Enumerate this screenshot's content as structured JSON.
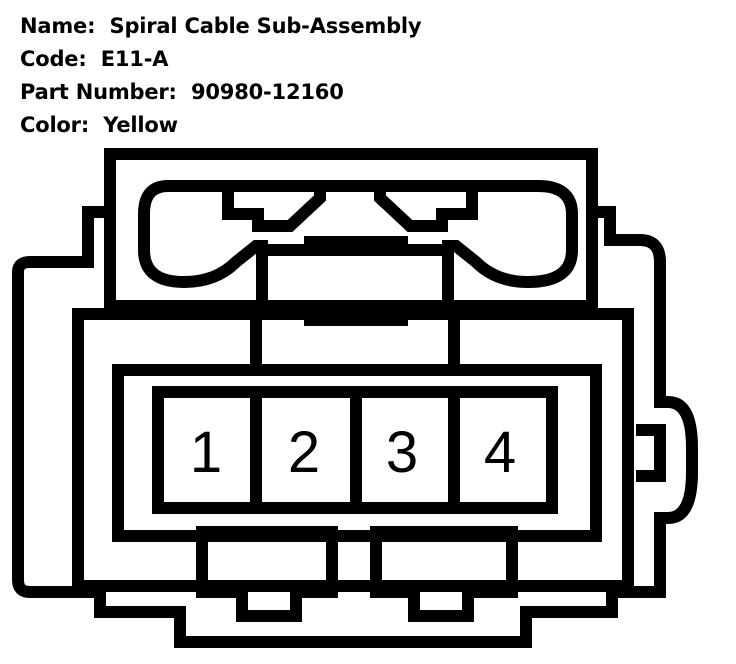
{
  "info": {
    "name_label": "Name:",
    "name_value": "Spiral Cable Sub-Assembly",
    "code_label": "Code:",
    "code_value": "E11-A",
    "part_label": "Part Number:",
    "part_value": "90980-12160",
    "color_label": "Color:",
    "color_value": "Yellow"
  },
  "connector": {
    "pins": [
      "1",
      "2",
      "3",
      "4"
    ],
    "line_color": "#000000",
    "background": "#ffffff"
  }
}
